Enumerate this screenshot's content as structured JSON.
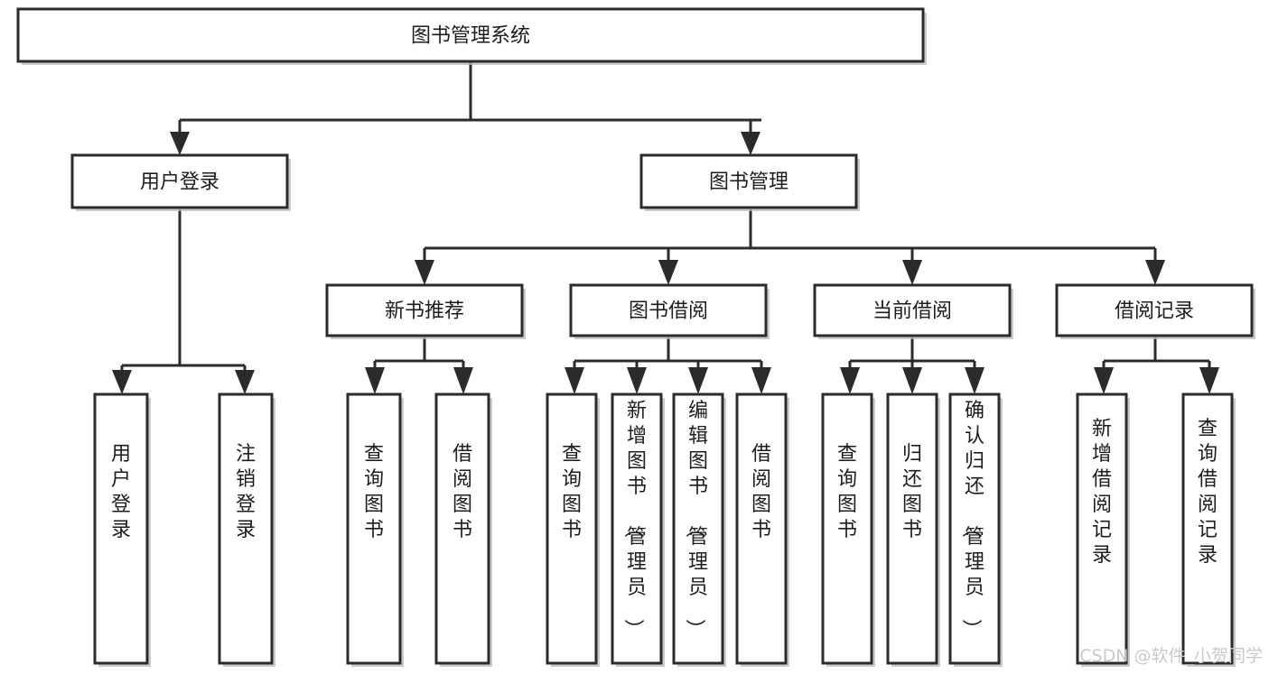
{
  "diagram": {
    "type": "tree-hierarchy-chart",
    "title": "图书管理系统",
    "watermark": "CSDN @软件_小贺同学",
    "colors": {
      "stroke": "#2b2b2b",
      "fill": "#ffffff",
      "text": "#1d1d1d",
      "shadow": "#b9b9b9",
      "watermark": "#c9c9c9"
    },
    "levels": {
      "root": {
        "label": "图书管理系统"
      },
      "level2": [
        {
          "label": "用户登录"
        },
        {
          "label": "图书管理"
        }
      ],
      "level3": [
        {
          "label": "新书推荐"
        },
        {
          "label": "图书借阅"
        },
        {
          "label": "当前借阅"
        },
        {
          "label": "借阅记录"
        }
      ]
    },
    "leaves": {
      "user_login": [
        {
          "label": "用户登录"
        },
        {
          "label": "注销登录"
        }
      ],
      "new_book_recommend": [
        {
          "label": "查询图书"
        },
        {
          "label": "借阅图书"
        }
      ],
      "book_borrow": [
        {
          "label": "查询图书"
        },
        {
          "label": "新增图书（管理员）"
        },
        {
          "label": "编辑图书（管理员）"
        },
        {
          "label": "借阅图书"
        }
      ],
      "current_borrow": [
        {
          "label": "查询图书"
        },
        {
          "label": "归还图书"
        },
        {
          "label": "确认归还（管理员）"
        }
      ],
      "borrow_record": [
        {
          "label": "新增借阅记录"
        },
        {
          "label": "查询借阅记录"
        }
      ]
    }
  }
}
